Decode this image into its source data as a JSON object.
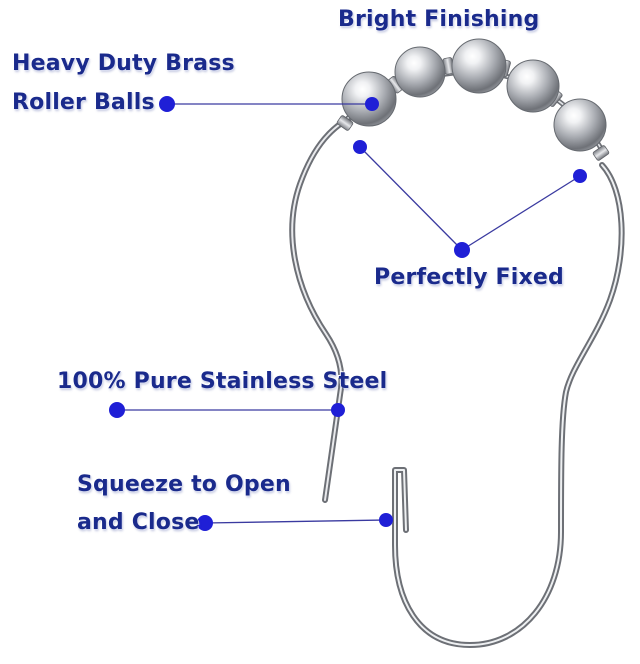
{
  "image": {
    "product": "shower-curtain-roller-ball-hook",
    "colors": {
      "label_text": "#1a2a8c",
      "callout_marker": "#1f1fd6",
      "callout_line": "#3a3aa0",
      "metal": "#b9bcc2"
    }
  },
  "labels": {
    "bright_finishing": "Bright Finishing",
    "brass_line1": "Heavy Duty Brass",
    "brass_line2": "Roller Balls",
    "perfectly_fixed": "Perfectly Fixed",
    "stainless_steel": "100% Pure Stainless Steel",
    "squeeze_line1": "Squeeze to Open",
    "squeeze_line2": "and Close"
  }
}
